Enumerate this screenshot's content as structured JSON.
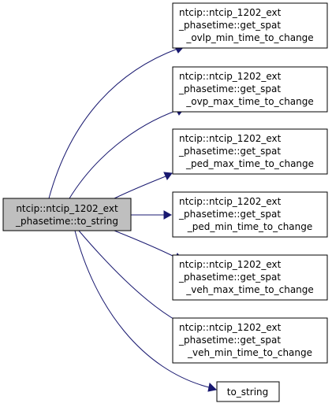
{
  "graph": {
    "root": {
      "lines": [
        "ntcip::ntcip_1202_ext",
        "_phasetime::to_string"
      ]
    },
    "callees": [
      {
        "lines": [
          "ntcip::ntcip_1202_ext",
          "_phasetime::get_spat",
          "_ovlp_min_time_to_change"
        ]
      },
      {
        "lines": [
          "ntcip::ntcip_1202_ext",
          "_phasetime::get_spat",
          "_ovp_max_time_to_change"
        ]
      },
      {
        "lines": [
          "ntcip::ntcip_1202_ext",
          "_phasetime::get_spat",
          "_ped_max_time_to_change"
        ]
      },
      {
        "lines": [
          "ntcip::ntcip_1202_ext",
          "_phasetime::get_spat",
          "_ped_min_time_to_change"
        ]
      },
      {
        "lines": [
          "ntcip::ntcip_1202_ext",
          "_phasetime::get_spat",
          "_veh_max_time_to_change"
        ]
      },
      {
        "lines": [
          "ntcip::ntcip_1202_ext",
          "_phasetime::get_spat",
          "_veh_min_time_to_change"
        ]
      },
      {
        "lines": [
          "to_string"
        ]
      }
    ]
  },
  "colors": {
    "edge": "#191970",
    "root_fill": "#bfbfbf",
    "node_fill": "#ffffff",
    "node_stroke": "#000000"
  }
}
